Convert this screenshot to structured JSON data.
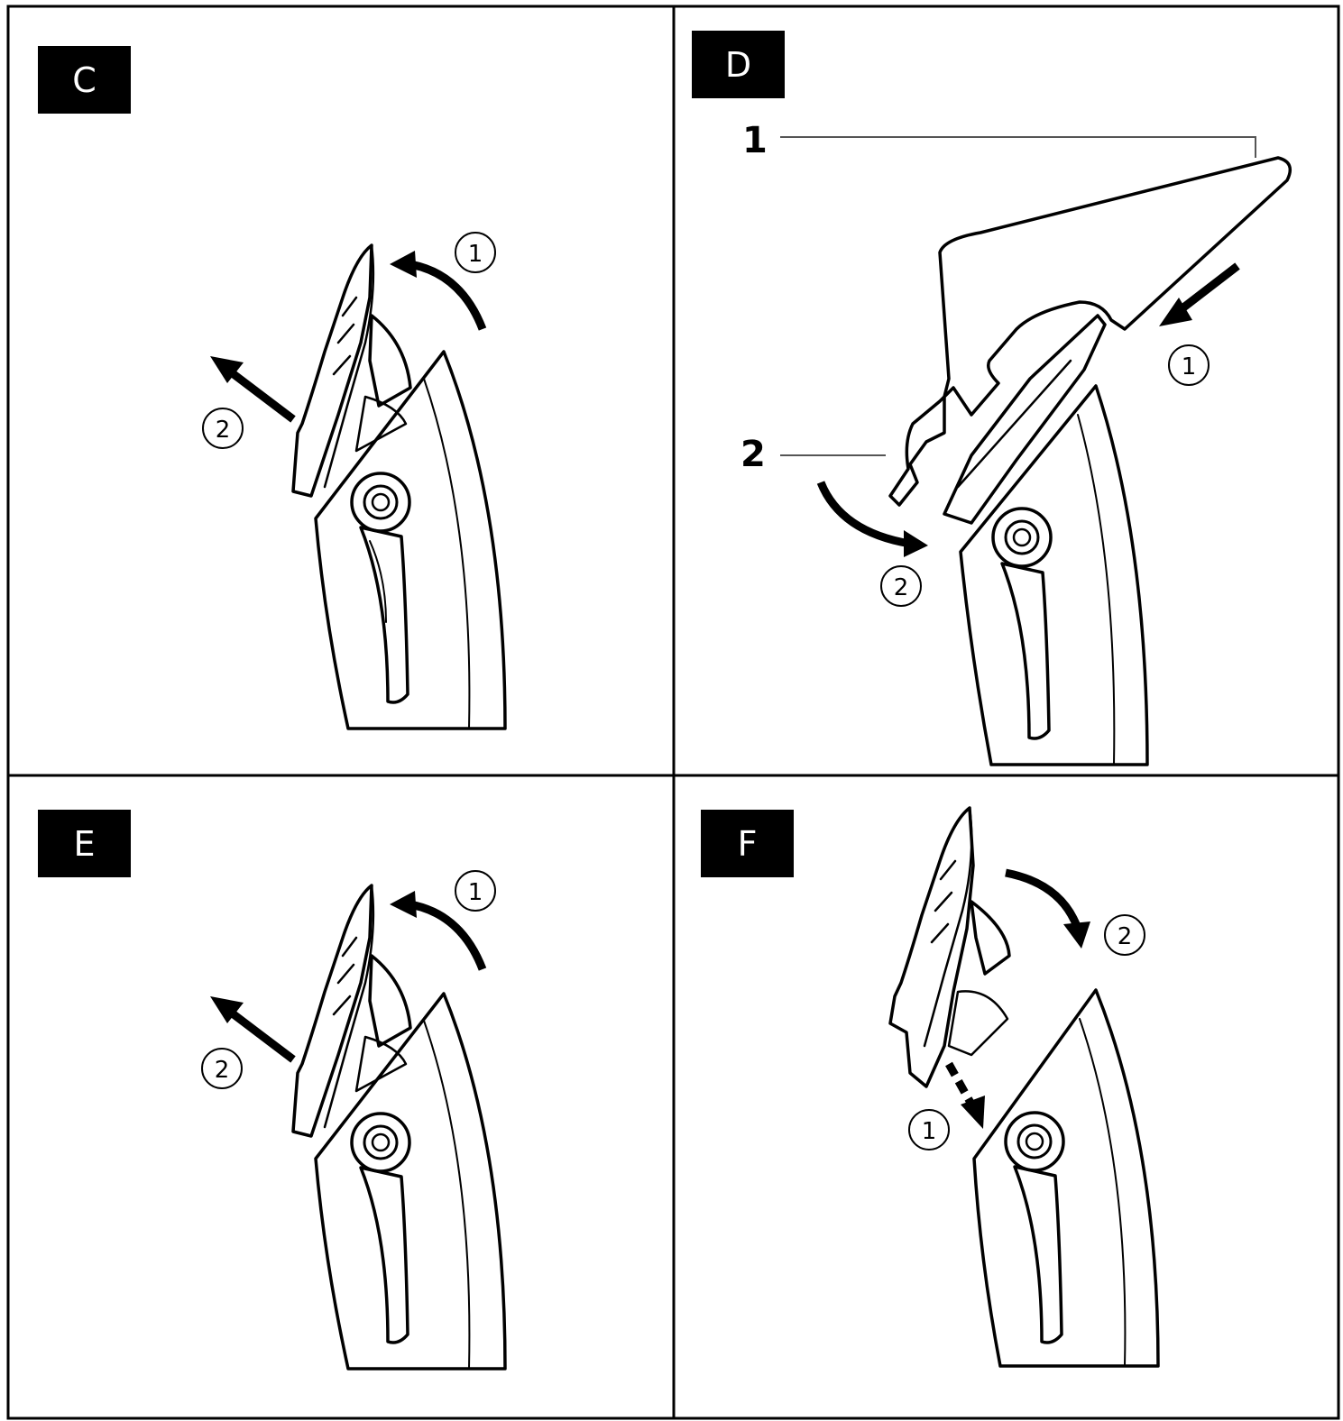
{
  "panels": [
    {
      "id": "C",
      "tag": "C",
      "step1": "1",
      "step2": "2"
    },
    {
      "id": "D",
      "tag": "D",
      "step1": "1",
      "step2": "2",
      "callout1": "1",
      "callout2": "2"
    },
    {
      "id": "E",
      "tag": "E",
      "step1": "1",
      "step2": "2"
    },
    {
      "id": "F",
      "tag": "F",
      "step1": "1",
      "step2": "2"
    }
  ],
  "colors": {
    "line": "#000000",
    "background": "#ffffff"
  }
}
